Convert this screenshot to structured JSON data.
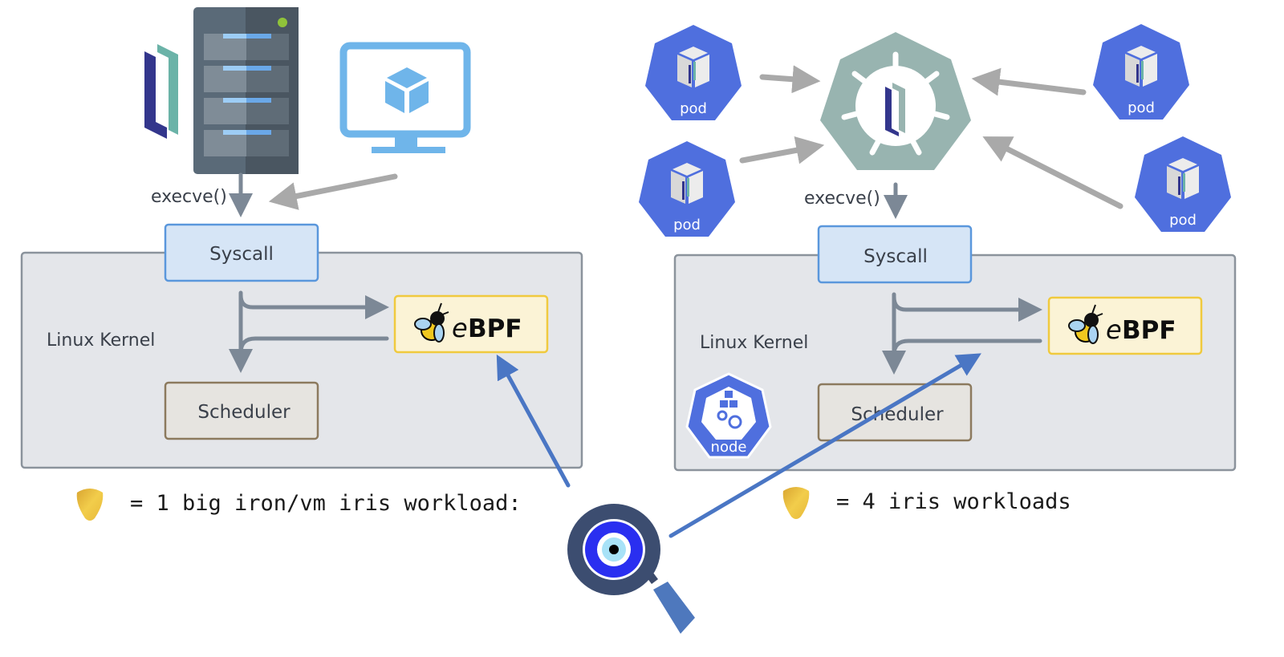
{
  "left_panel": {
    "execve_label": "execve()",
    "syscall_label": "Syscall",
    "kernel_label": "Linux Kernel",
    "ebpf_label": "BPF",
    "ebpf_prefix": "e",
    "scheduler_label": "Scheduler",
    "legend_text": "= 1 big iron/vm iris workload:"
  },
  "right_panel": {
    "execve_label": "execve()",
    "syscall_label": "Syscall",
    "kernel_label": "Linux Kernel",
    "ebpf_label": "BPF",
    "ebpf_prefix": "e",
    "scheduler_label": "Scheduler",
    "node_label": "node",
    "pods": [
      {
        "label": "pod"
      },
      {
        "label": "pod"
      },
      {
        "label": "pod"
      },
      {
        "label": "pod"
      }
    ],
    "legend_text": "= 4 iris workloads"
  },
  "icons": {
    "server": "server-rack-icon",
    "vm": "monitor-cube-icon",
    "iris": "iris-logo-icon",
    "k8s": "kubernetes-helm-icon",
    "corn": "corn-kernel-icon",
    "magnifier": "eye-magnifier-icon",
    "bee": "ebpf-bee-icon"
  },
  "colors": {
    "pod_blue": "#4f6fde",
    "k8s_teal": "#98b4b0",
    "arrow_blue": "#4a76c4",
    "ebpf_yellow": "#f0ca3e",
    "syscall_blue": "#5a97dc"
  }
}
